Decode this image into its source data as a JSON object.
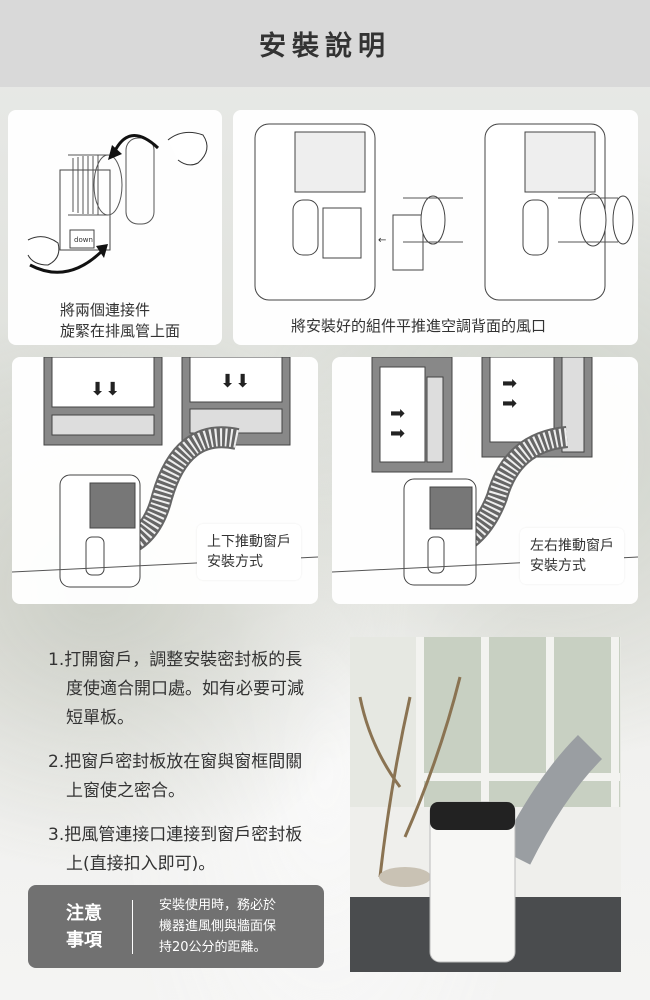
{
  "header": {
    "title": "安裝說明"
  },
  "panels": {
    "connect": {
      "caption_lines": [
        "將兩個連接件",
        "旋緊在排風管上面"
      ],
      "sticker": "down"
    },
    "insert": {
      "caption": "將安裝好的組件平推進空調背面的風口"
    },
    "vertical": {
      "label_lines": [
        "上下推動窗戶",
        "安裝方式"
      ]
    },
    "horizontal": {
      "label_lines": [
        "左右推動窗戶",
        "安裝方式"
      ]
    }
  },
  "steps": [
    "1.打開窗戶，調整安裝密封板的長度使適合開口處。如有必要可減短單板。",
    "2.把窗戶密封板放在窗與窗框間關上窗使之密合。",
    "3.把風管連接口連接到窗戶密封板上(直接扣入即可)。"
  ],
  "note": {
    "title_lines": [
      "注意",
      "事項"
    ],
    "body_lines": [
      "安裝使用時，務必於",
      "機器進風側與牆面保",
      "持20公分的距離。"
    ]
  }
}
